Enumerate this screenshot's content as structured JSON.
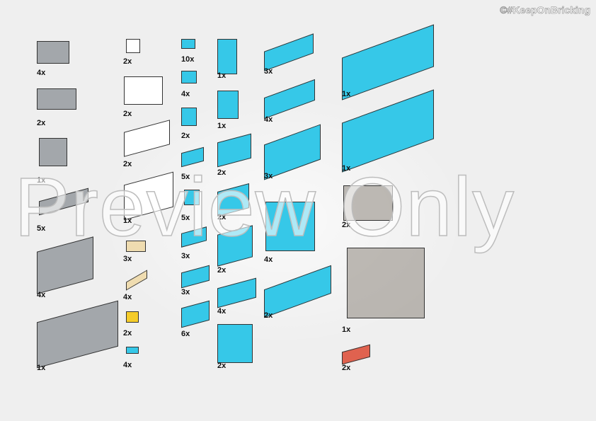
{
  "credit": "©#KeepOnBricking",
  "watermark": "Preview Only",
  "colors": {
    "gray": "#a3a7ab",
    "white": "#ffffff",
    "cyan": "#36c8e8",
    "tan": "#efdcb0",
    "yellow": "#f5cc2a",
    "red": "#e0624f",
    "trans": "#8a8078"
  },
  "parts": [
    {
      "qty": "4x",
      "color": "gray",
      "name": "bracket-1x2"
    },
    {
      "qty": "2x",
      "color": "gray",
      "name": "bracket-2x2"
    },
    {
      "qty": "1x",
      "color": "gray",
      "name": "steering-wheel-stand"
    },
    {
      "qty": "5x",
      "color": "gray",
      "name": "plate-1x4"
    },
    {
      "qty": "4x",
      "color": "gray",
      "name": "plate-4x6"
    },
    {
      "qty": "1x",
      "color": "gray",
      "name": "brick-2x6"
    },
    {
      "qty": "2x",
      "color": "white",
      "name": "round-plate-1x1"
    },
    {
      "qty": "2x",
      "color": "white",
      "name": "corner-brick"
    },
    {
      "qty": "2x",
      "color": "white",
      "name": "plate-2x4"
    },
    {
      "qty": "1x",
      "color": "white",
      "name": "brick-1x4"
    },
    {
      "qty": "3x",
      "color": "tan",
      "name": "plate-oval"
    },
    {
      "qty": "4x",
      "color": "tan",
      "name": "pin-axle"
    },
    {
      "qty": "2x",
      "color": "yellow",
      "name": "clip-plate"
    },
    {
      "qty": "4x",
      "color": "cyan",
      "name": "quarter-tile"
    },
    {
      "qty": "10x",
      "color": "cyan",
      "name": "plate-1x1"
    },
    {
      "qty": "4x",
      "color": "cyan",
      "name": "slope-1x1"
    },
    {
      "qty": "2x",
      "color": "cyan",
      "name": "brick-1x1"
    },
    {
      "qty": "5x",
      "color": "cyan",
      "name": "tooth-plate"
    },
    {
      "qty": "5x",
      "color": "cyan",
      "name": "slope-small"
    },
    {
      "qty": "3x",
      "color": "cyan",
      "name": "plate-1x2"
    },
    {
      "qty": "3x",
      "color": "cyan",
      "name": "tile-1x2"
    },
    {
      "qty": "6x",
      "color": "cyan",
      "name": "curved-slope-1x2"
    },
    {
      "qty": "1x",
      "color": "cyan",
      "name": "wedge-plate-left"
    },
    {
      "qty": "1x",
      "color": "cyan",
      "name": "wedge-plate-right"
    },
    {
      "qty": "2x",
      "color": "cyan",
      "name": "curved-slope-2x2"
    },
    {
      "qty": "2x",
      "color": "cyan",
      "name": "plate-2x2"
    },
    {
      "qty": "2x",
      "color": "cyan",
      "name": "brick-2x2"
    },
    {
      "qty": "4x",
      "color": "cyan",
      "name": "tile-1x4"
    },
    {
      "qty": "2x",
      "color": "cyan",
      "name": "slope-1x3"
    },
    {
      "qty": "3x",
      "color": "cyan",
      "name": "tile-1x6"
    },
    {
      "qty": "4x",
      "color": "cyan",
      "name": "plate-1x4"
    },
    {
      "qty": "3x",
      "color": "cyan",
      "name": "curved-slope-2x4"
    },
    {
      "qty": "4x",
      "color": "cyan",
      "name": "wheel-arch"
    },
    {
      "qty": "2x",
      "color": "cyan",
      "name": "printed-tile-1x6"
    },
    {
      "qty": "1x",
      "color": "cyan",
      "name": "plate-1x10"
    },
    {
      "qty": "1x",
      "color": "cyan",
      "name": "plate-2x10"
    },
    {
      "qty": "2x",
      "color": "trans",
      "name": "windscreen-small"
    },
    {
      "qty": "1x",
      "color": "trans",
      "name": "windscreen-large"
    },
    {
      "qty": "2x",
      "color": "red",
      "name": "plate-1x2-red"
    }
  ]
}
